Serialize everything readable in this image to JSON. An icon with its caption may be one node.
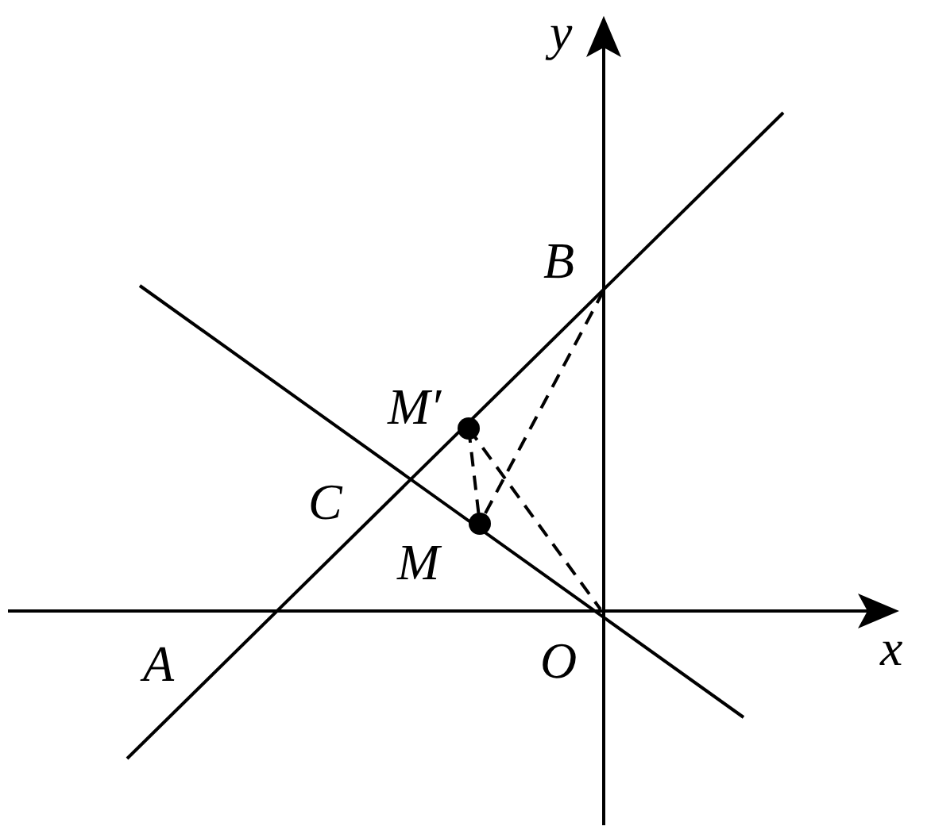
{
  "diagram": {
    "labels": [
      "y",
      "B",
      "M′",
      "C",
      "M",
      "A",
      "O",
      "x"
    ]
  }
}
